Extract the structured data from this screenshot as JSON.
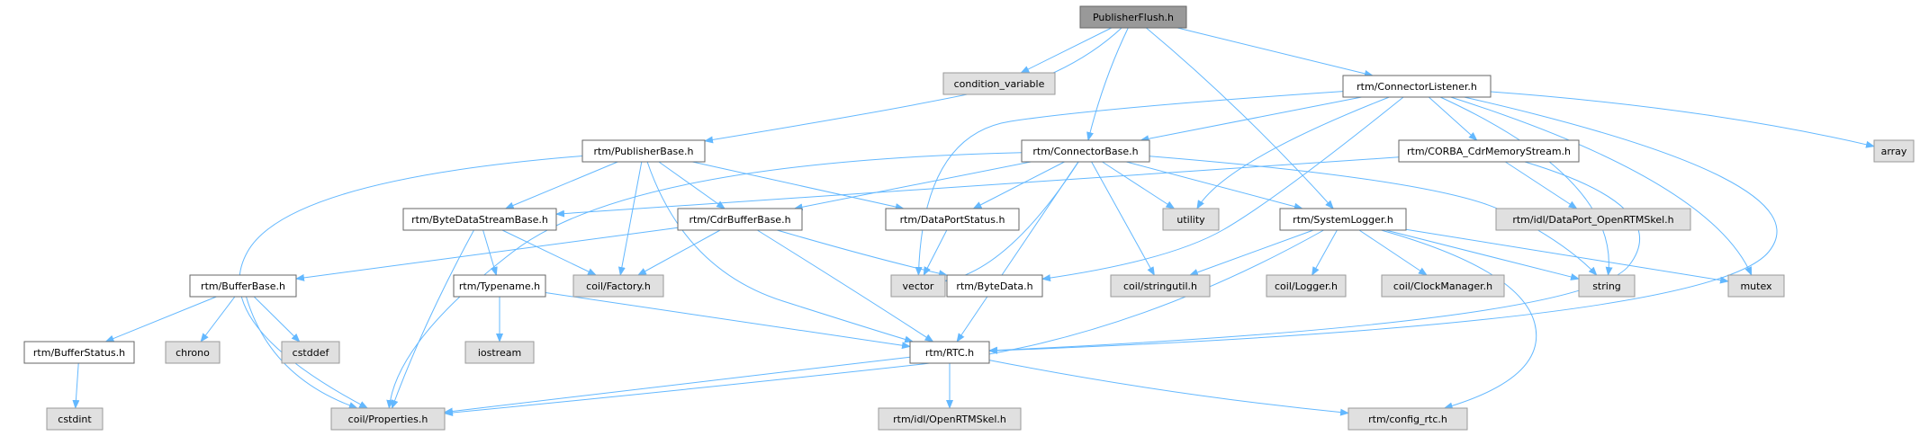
{
  "diagram": {
    "colors": {
      "edge": "#63b8ff",
      "root_fill": "#999999",
      "node_fill": "#ffffff",
      "external_fill": "#e0e0e0",
      "node_border": "#666666",
      "external_border": "#999999",
      "text": "#000000"
    },
    "nodes": [
      {
        "id": "publisherflush",
        "label": "PublisherFlush.h",
        "style": "root"
      },
      {
        "id": "condition_variable",
        "label": "condition_variable",
        "style": "external"
      },
      {
        "id": "connectorlistener",
        "label": "rtm/ConnectorListener.h",
        "style": "normal"
      },
      {
        "id": "array",
        "label": "array",
        "style": "external"
      },
      {
        "id": "publisherbase",
        "label": "rtm/PublisherBase.h",
        "style": "normal"
      },
      {
        "id": "connectorbase",
        "label": "rtm/ConnectorBase.h",
        "style": "normal"
      },
      {
        "id": "corba_cdrmemorystream",
        "label": "rtm/CORBA_CdrMemoryStream.h",
        "style": "normal"
      },
      {
        "id": "bytedatastreambase",
        "label": "rtm/ByteDataStreamBase.h",
        "style": "normal"
      },
      {
        "id": "cdrbufferbase",
        "label": "rtm/CdrBufferBase.h",
        "style": "normal"
      },
      {
        "id": "dataportstatus",
        "label": "rtm/DataPortStatus.h",
        "style": "normal"
      },
      {
        "id": "utility",
        "label": "utility",
        "style": "external"
      },
      {
        "id": "systemlogger",
        "label": "rtm/SystemLogger.h",
        "style": "normal"
      },
      {
        "id": "dataport_openrtmskel",
        "label": "rtm/idl/DataPort_OpenRTMSkel.h",
        "style": "external"
      },
      {
        "id": "bufferbase",
        "label": "rtm/BufferBase.h",
        "style": "normal"
      },
      {
        "id": "typename",
        "label": "rtm/Typename.h",
        "style": "normal"
      },
      {
        "id": "coil_factory",
        "label": "coil/Factory.h",
        "style": "external"
      },
      {
        "id": "vector",
        "label": "vector",
        "style": "external"
      },
      {
        "id": "bytedata",
        "label": "rtm/ByteData.h",
        "style": "normal"
      },
      {
        "id": "coil_stringutil",
        "label": "coil/stringutil.h",
        "style": "external"
      },
      {
        "id": "coil_logger",
        "label": "coil/Logger.h",
        "style": "external"
      },
      {
        "id": "coil_clockmanager",
        "label": "coil/ClockManager.h",
        "style": "external"
      },
      {
        "id": "string",
        "label": "string",
        "style": "external"
      },
      {
        "id": "mutex",
        "label": "mutex",
        "style": "external"
      },
      {
        "id": "bufferstatus",
        "label": "rtm/BufferStatus.h",
        "style": "normal"
      },
      {
        "id": "chrono",
        "label": "chrono",
        "style": "external"
      },
      {
        "id": "cstddef",
        "label": "cstddef",
        "style": "external"
      },
      {
        "id": "iostream",
        "label": "iostream",
        "style": "external"
      },
      {
        "id": "rtc",
        "label": "rtm/RTC.h",
        "style": "normal"
      },
      {
        "id": "cstdint",
        "label": "cstdint",
        "style": "external"
      },
      {
        "id": "coil_properties",
        "label": "coil/Properties.h",
        "style": "external"
      },
      {
        "id": "openrtmskel",
        "label": "rtm/idl/OpenRTMSkel.h",
        "style": "external"
      },
      {
        "id": "config_rtc",
        "label": "rtm/config_rtc.h",
        "style": "external"
      }
    ],
    "edges": [
      {
        "from": "publisherflush",
        "to": "condition_variable"
      },
      {
        "from": "publisherflush",
        "to": "publisherbase"
      },
      {
        "from": "publisherflush",
        "to": "connectorbase"
      },
      {
        "from": "publisherflush",
        "to": "connectorlistener"
      },
      {
        "from": "publisherflush",
        "to": "systemlogger"
      },
      {
        "from": "connectorlistener",
        "to": "array"
      },
      {
        "from": "connectorlistener",
        "to": "connectorbase"
      },
      {
        "from": "connectorlistener",
        "to": "corba_cdrmemorystream"
      },
      {
        "from": "connectorlistener",
        "to": "utility"
      },
      {
        "from": "connectorlistener",
        "to": "vector"
      },
      {
        "from": "connectorlistener",
        "to": "bytedata"
      },
      {
        "from": "connectorlistener",
        "to": "string"
      },
      {
        "from": "connectorlistener",
        "to": "mutex"
      },
      {
        "from": "connectorlistener",
        "to": "rtc"
      },
      {
        "from": "publisherbase",
        "to": "bytedatastreambase"
      },
      {
        "from": "publisherbase",
        "to": "cdrbufferbase"
      },
      {
        "from": "publisherbase",
        "to": "dataportstatus"
      },
      {
        "from": "publisherbase",
        "to": "coil_factory"
      },
      {
        "from": "publisherbase",
        "to": "rtc"
      },
      {
        "from": "publisherbase",
        "to": "coil_properties"
      },
      {
        "from": "connectorbase",
        "to": "cdrbufferbase"
      },
      {
        "from": "connectorbase",
        "to": "dataportstatus"
      },
      {
        "from": "connectorbase",
        "to": "utility"
      },
      {
        "from": "connectorbase",
        "to": "systemlogger"
      },
      {
        "from": "connectorbase",
        "to": "vector"
      },
      {
        "from": "connectorbase",
        "to": "coil_stringutil"
      },
      {
        "from": "connectorbase",
        "to": "rtc"
      },
      {
        "from": "connectorbase",
        "to": "string"
      },
      {
        "from": "connectorbase",
        "to": "coil_properties"
      },
      {
        "from": "corba_cdrmemorystream",
        "to": "bytedatastreambase"
      },
      {
        "from": "corba_cdrmemorystream",
        "to": "dataport_openrtmskel"
      },
      {
        "from": "corba_cdrmemorystream",
        "to": "rtc"
      },
      {
        "from": "bytedatastreambase",
        "to": "typename"
      },
      {
        "from": "bytedatastreambase",
        "to": "coil_factory"
      },
      {
        "from": "bytedatastreambase",
        "to": "coil_properties"
      },
      {
        "from": "cdrbufferbase",
        "to": "bufferbase"
      },
      {
        "from": "cdrbufferbase",
        "to": "coil_factory"
      },
      {
        "from": "cdrbufferbase",
        "to": "bytedata"
      },
      {
        "from": "cdrbufferbase",
        "to": "rtc"
      },
      {
        "from": "dataportstatus",
        "to": "vector"
      },
      {
        "from": "systemlogger",
        "to": "coil_stringutil"
      },
      {
        "from": "systemlogger",
        "to": "coil_logger"
      },
      {
        "from": "systemlogger",
        "to": "coil_clockmanager"
      },
      {
        "from": "systemlogger",
        "to": "string"
      },
      {
        "from": "systemlogger",
        "to": "mutex"
      },
      {
        "from": "systemlogger",
        "to": "coil_properties"
      },
      {
        "from": "systemlogger",
        "to": "config_rtc"
      },
      {
        "from": "bufferbase",
        "to": "bufferstatus"
      },
      {
        "from": "bufferbase",
        "to": "chrono"
      },
      {
        "from": "bufferbase",
        "to": "cstddef"
      },
      {
        "from": "bufferbase",
        "to": "coil_properties"
      },
      {
        "from": "typename",
        "to": "iostream"
      },
      {
        "from": "typename",
        "to": "rtc"
      },
      {
        "from": "bufferstatus",
        "to": "cstdint"
      },
      {
        "from": "rtc",
        "to": "coil_properties"
      },
      {
        "from": "rtc",
        "to": "openrtmskel"
      },
      {
        "from": "rtc",
        "to": "config_rtc"
      }
    ]
  }
}
